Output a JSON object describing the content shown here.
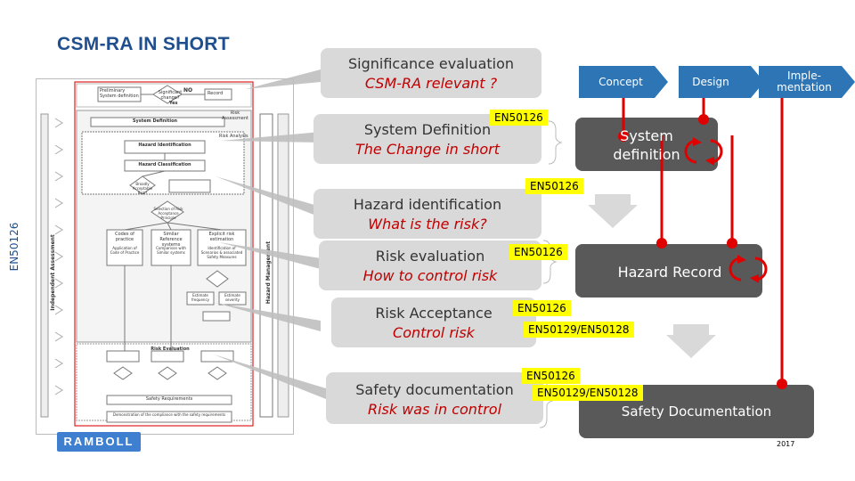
{
  "title": "CSM-RA IN SHORT",
  "vertical_label": "EN50126",
  "steps": [
    {
      "l1": "Significance evaluation",
      "l2": "CSM-RA relevant ?"
    },
    {
      "l1": "System Definition",
      "l2": "The Change in short"
    },
    {
      "l1": "Hazard identification",
      "l2": "What is the risk?"
    },
    {
      "l1": "Risk evaluation",
      "l2": "How to control risk"
    },
    {
      "l1": "Risk Acceptance",
      "l2": "Control risk"
    },
    {
      "l1": "Safety documentation",
      "l2": "Risk was in control"
    }
  ],
  "tags": {
    "t1": "EN50126",
    "t2": "EN50126",
    "t3": "EN50126",
    "t4": "EN50126",
    "t4b": "EN50129/EN50128",
    "t5": "EN50126",
    "t5b": "EN50129/EN50128"
  },
  "phases": [
    "Concept",
    "Design",
    "Imple-mentation"
  ],
  "blocks": {
    "system_definition": "System definition",
    "hazard_record": "Hazard Record",
    "safety_documentation": "Safety Documentation"
  },
  "flowchart": {
    "preliminary": "Preliminary System definition",
    "significant": "Significant change?",
    "no": "NO",
    "yes": "Yes",
    "record": "Record",
    "risk_assessment": "Risk Assessment",
    "system_definition": "System Definition",
    "risk_analysis": "Risk Analysis",
    "hazard_identification": "Hazard Identification",
    "hazard_classification": "Hazard Classification",
    "broadly_acceptable": "Broadly Acceptable Risk?",
    "select_principle": "Selection of Risk Acceptance Principle",
    "codes_of_practice": "Codes of practice",
    "similar_reference": "Similar Reference systems",
    "explicit_risk": "Explicit risk estimation",
    "application": "Application of Code of Practice",
    "comparison": "Comparison with Similar systems",
    "identification_scenarios": "Identification of Scenarios & associated Safety Measures",
    "estimate_frequency": "Estimate frequency",
    "estimate_severity": "Estimate severity",
    "risk_evaluation": "Risk Evaluation",
    "hazard_management": "Hazard Management",
    "independent_assessment": "Independent Assessment",
    "safety_requirements": "Safety Requirements",
    "demonstration": "Demonstration of the compliance with the safety requirements"
  },
  "logo": "RAMBOLL",
  "year": "2017",
  "colors": {
    "title": "#1f4f8f",
    "highlight": "#ffff00",
    "dark": "#595959",
    "arrow": "#2e75b6",
    "accent_red": "#c00000"
  }
}
